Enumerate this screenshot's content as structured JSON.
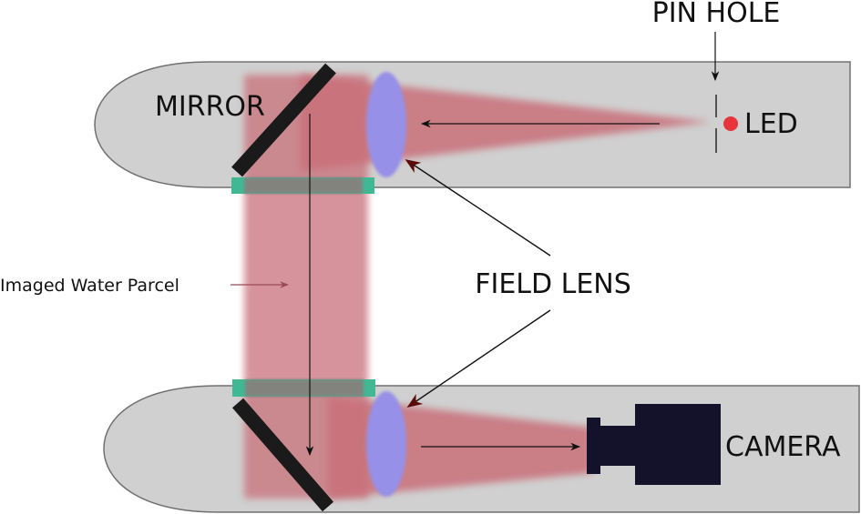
{
  "diagram": {
    "title": "Optical imaging instrument schematic",
    "labels": {
      "pin_hole": "PIN HOLE",
      "led": "LED",
      "mirror": "MIRROR",
      "field_lens": "FIELD LENS",
      "camera": "CAMERA",
      "water_parcel": "Imaged Water Parcel"
    },
    "colors": {
      "housing_fill": "#d0d0d0",
      "housing_stroke": "#707070",
      "beam": "#c9707a",
      "lens": "#9690e8",
      "mirror": "#1a1a1a",
      "window": "#40b894",
      "led": "#e5343c",
      "camera": "#14112a",
      "arrow": "#111111",
      "lens_arrowhead": "#5a0a0a"
    },
    "components": [
      {
        "id": "upper-housing",
        "type": "housing"
      },
      {
        "id": "lower-housing",
        "type": "housing"
      },
      {
        "id": "led",
        "type": "light-source"
      },
      {
        "id": "pin-hole",
        "type": "aperture"
      },
      {
        "id": "upper-field-lens",
        "type": "lens"
      },
      {
        "id": "lower-field-lens",
        "type": "lens"
      },
      {
        "id": "upper-mirror",
        "type": "mirror"
      },
      {
        "id": "lower-mirror",
        "type": "mirror"
      },
      {
        "id": "upper-window",
        "type": "window"
      },
      {
        "id": "lower-window",
        "type": "window"
      },
      {
        "id": "camera",
        "type": "detector"
      }
    ],
    "light_path": [
      "LED",
      "PIN HOLE",
      "FIELD LENS",
      "MIRROR",
      "Imaged Water Parcel",
      "MIRROR",
      "FIELD LENS",
      "CAMERA"
    ]
  }
}
